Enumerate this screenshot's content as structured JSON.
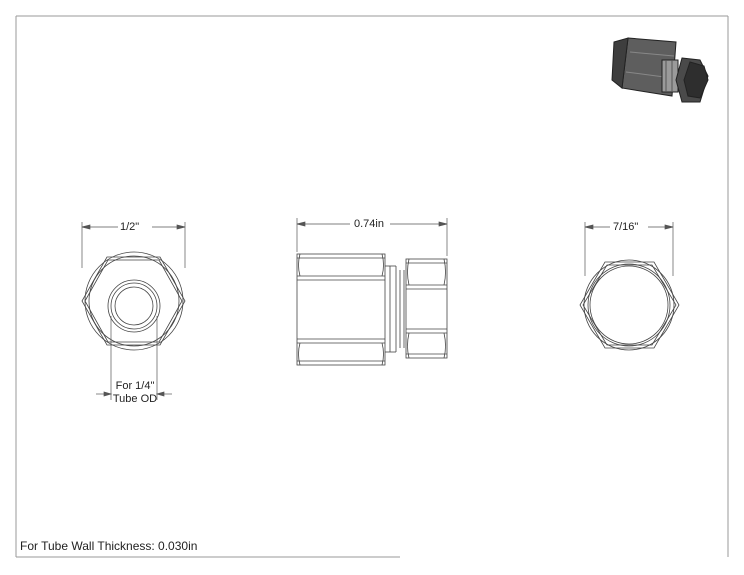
{
  "dimensions": {
    "left_width": "1/2\"",
    "overall_length": "0.74in",
    "right_width": "7/16\""
  },
  "tube_callout": {
    "line1": "For 1/4\"",
    "line2": "Tube OD"
  },
  "footer": {
    "note": "For Tube Wall Thickness: 0.030in"
  },
  "colors": {
    "line": "#444444",
    "thumbnail_body": "#5a5a5a"
  }
}
